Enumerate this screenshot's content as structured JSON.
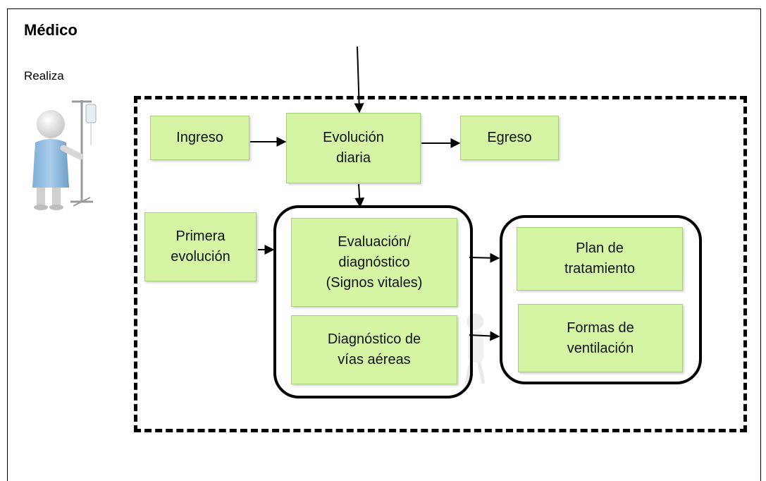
{
  "header": {
    "title": "Médico",
    "subtitle": "Realiza"
  },
  "nodes": {
    "ingreso": "Ingreso",
    "evolucion_diaria": "Evolución\ndiaria",
    "egreso": "Egreso",
    "primera_evolucion": "Primera\nevolución",
    "evaluacion": "Evaluación/\ndiagnóstico\n(Signos vitales)",
    "diagnostico_vias": "Diagnóstico de\nvías aéreas",
    "plan_tratamiento": "Plan de\ntratamiento",
    "formas_ventilacion": "Formas de\nventilación"
  },
  "colors": {
    "box_fill": "#d5f5a5",
    "box_border": "#a8d07a",
    "line": "#000000"
  },
  "icons": {
    "patient": "patient-with-iv-stand-icon",
    "ghost": "faded-figure-icon"
  }
}
